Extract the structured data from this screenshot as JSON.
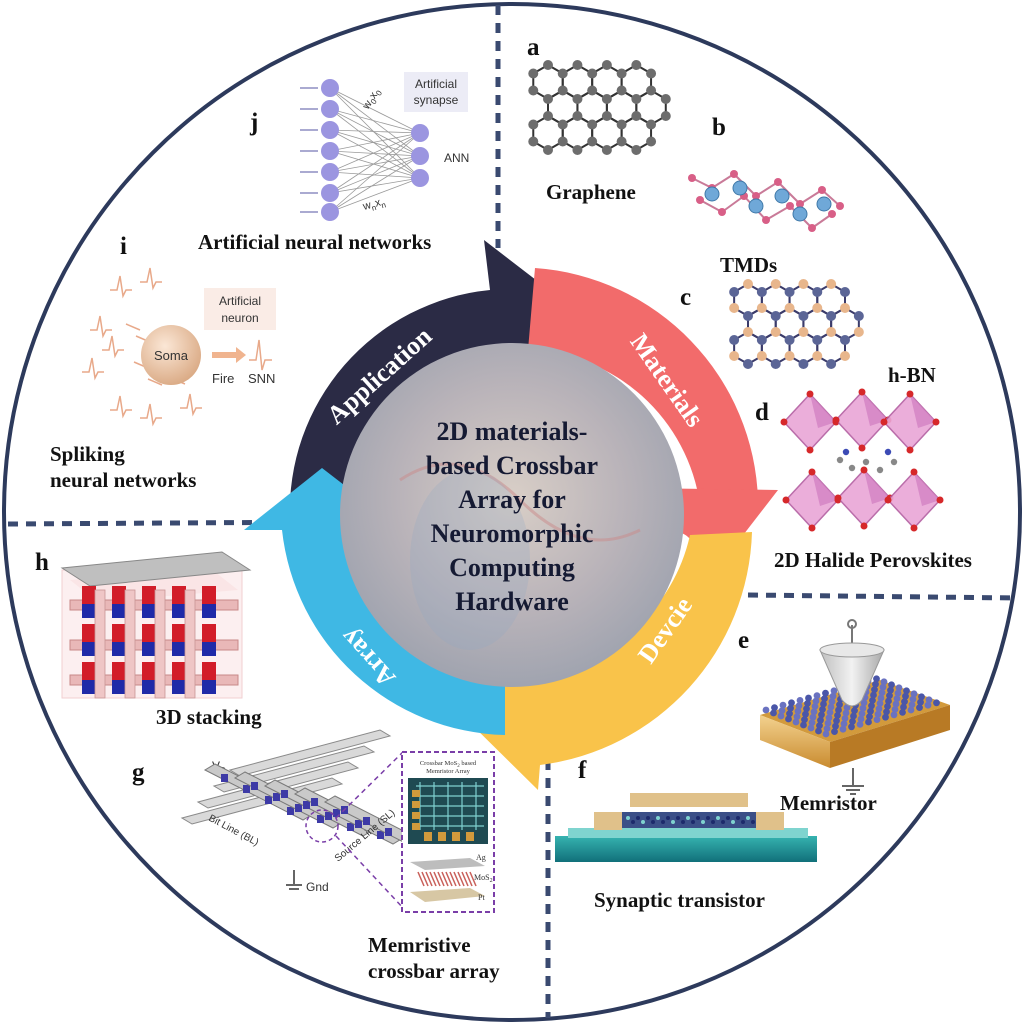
{
  "center": {
    "lines": [
      "2D materials-",
      "based Crossbar",
      "Array for",
      "Neuromorphic",
      "Computing",
      "Hardware"
    ]
  },
  "cycle": {
    "application": "Application",
    "materials": "Materials",
    "device": "Devcie",
    "array": "Array"
  },
  "panels": {
    "a": {
      "letter": "a",
      "label": "Graphene"
    },
    "b": {
      "letter": "b",
      "label": "TMDs"
    },
    "c": {
      "letter": "c",
      "label": "h-BN"
    },
    "d": {
      "letter": "d",
      "label": "2D Halide Perovskites"
    },
    "e": {
      "letter": "e",
      "label": "Memristor"
    },
    "f": {
      "letter": "f",
      "label": "Synaptic transistor"
    },
    "g": {
      "letter": "g",
      "label_line1": "Memristive",
      "label_line2": "crossbar array",
      "vd": "V",
      "vd_sub": "D",
      "gnd": "Gnd",
      "bitline": "Bit Line (BL)",
      "sourceline": "Source Line (SL)",
      "inset_title1": "Crossbar MoS",
      "inset_title_sub": "2",
      "inset_title2": " based",
      "inset_title3": "Memristor Array",
      "ag": "Ag",
      "mos2": "MoS",
      "mos2_sub": "2",
      "pt": "Pt"
    },
    "h": {
      "letter": "h",
      "label": "3D stacking"
    },
    "i": {
      "letter": "i",
      "label_line1": "Spliking",
      "label_line2": "neural networks",
      "soma": "Soma",
      "fire": "Fire",
      "snn": "SNN",
      "neuron1": "Artificial",
      "neuron2": "neuron"
    },
    "j": {
      "letter": "j",
      "label": "Artificial neural networks",
      "w0": "w",
      "w0_sub": "0",
      "x0": "x",
      "x0_sub": "0",
      "wn": "w",
      "wn_sub": "n",
      "xn": "x",
      "xn_sub": "n",
      "synapse1": "Artificial",
      "synapse2": "synapse",
      "ann": "ANN"
    }
  },
  "colors": {
    "application": "#2b2b45",
    "materials": "#f26b6b",
    "device": "#f9c34a",
    "array": "#3fb8e4",
    "ring": "#2d3a5c",
    "divider": "#3a4a70"
  }
}
